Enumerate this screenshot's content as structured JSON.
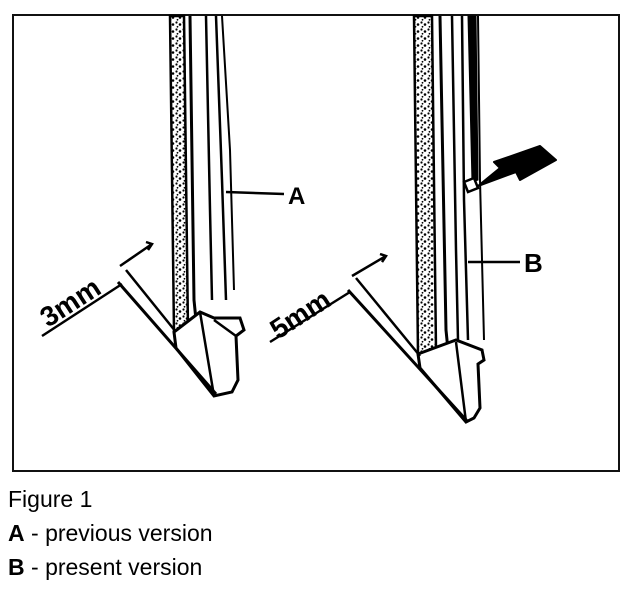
{
  "figure": {
    "label_a": "A",
    "label_b": "B",
    "dim_left": "3mm",
    "dim_right": "5mm"
  },
  "caption": {
    "title": "Figure 1",
    "legend": [
      {
        "key": "A",
        "text": " - previous version"
      },
      {
        "key": "B",
        "text": " - present version"
      }
    ]
  }
}
